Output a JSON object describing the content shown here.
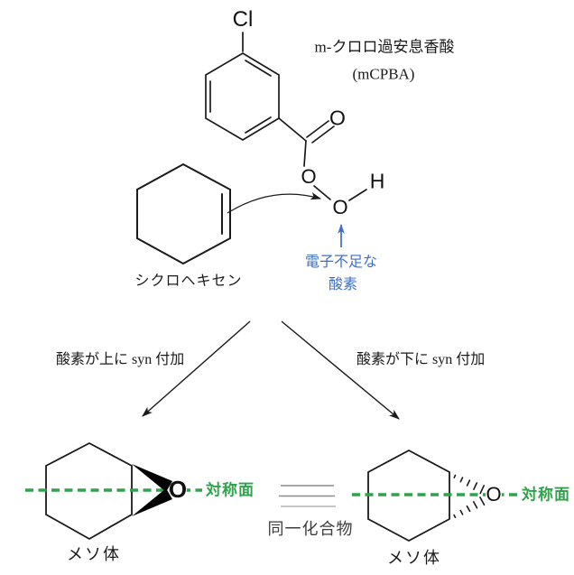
{
  "diagram": {
    "reagent": {
      "title": "m-クロロ過安息香酸",
      "subtitle": "(mCPBA)",
      "atom_cl": "Cl",
      "atom_o_carbonyl": "O",
      "atom_o_ester": "O",
      "atom_o_peroxide": "O",
      "atom_h": "H"
    },
    "substrate": {
      "label": "シクロヘキセン"
    },
    "electron_note": {
      "line1": "電子不足な",
      "line2": "酸素"
    },
    "branches": {
      "left_label": "酸素が上に syn 付加",
      "right_label": "酸素が下に syn 付加"
    },
    "product_left": {
      "atom_o": "O",
      "plane_label": "対称面",
      "name": "メソ体"
    },
    "product_right": {
      "atom_o": "O",
      "plane_label": "対称面",
      "name": "メソ体"
    },
    "equivalence_label": "同一化合物",
    "colors": {
      "structure_black": "#1a1a1a",
      "annotation_blue": "#3f6fc4",
      "symmetry_green": "#2fa24b",
      "identity_gray": "#8c8c8c"
    }
  }
}
